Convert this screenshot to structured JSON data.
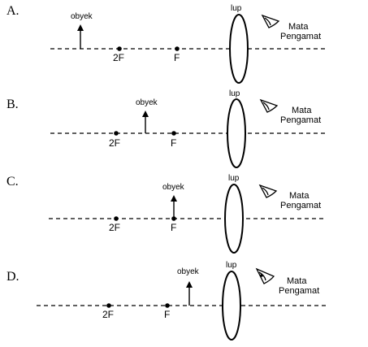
{
  "labels": {
    "object": "obyek",
    "lens": "lup",
    "eye_line1": "Mata",
    "eye_line2": "Pengamat",
    "point_2f": "2F",
    "point_f": "F"
  },
  "options": [
    {
      "letter": "A.",
      "object_position": "beyond 2F"
    },
    {
      "letter": "B.",
      "object_position": "between 2F and F"
    },
    {
      "letter": "C.",
      "object_position": "at F"
    },
    {
      "letter": "D.",
      "object_position": "between F and lens"
    }
  ]
}
